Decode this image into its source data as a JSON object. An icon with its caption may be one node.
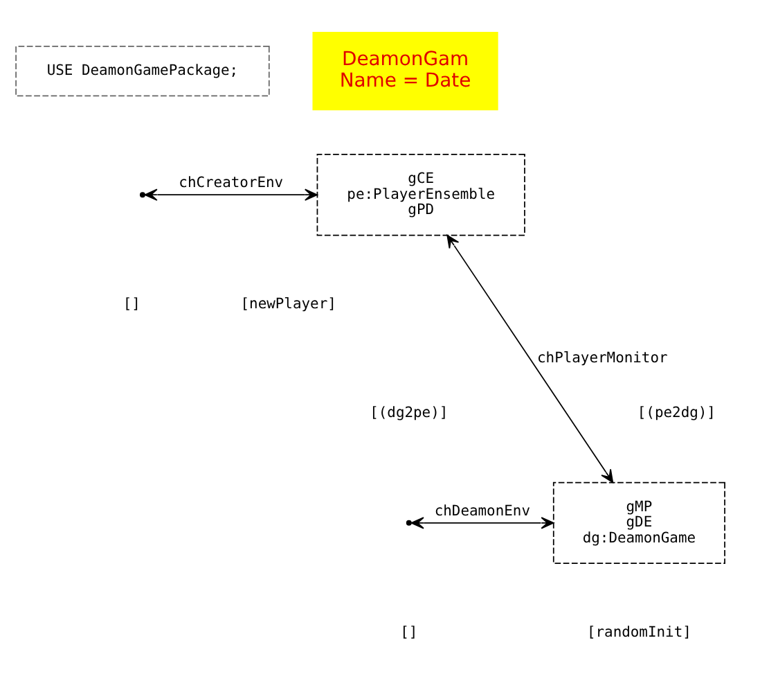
{
  "diagram": {
    "nodes": [
      {
        "text": [
          "USE DeamonGamePackage;"
        ]
      },
      {
        "text": [
          "gCE",
          "pe:PlayerEnsemble",
          "gPD"
        ]
      },
      {
        "text": [
          "gMP",
          "gDE",
          "dg:DeamonGame"
        ]
      }
    ],
    "edges": [
      {
        "from": null,
        "to": 1,
        "label": "chCreatorEnv",
        "arrow": "both"
      },
      {
        "from": 1,
        "to": 2,
        "label": "chPlayerMonitor",
        "arrow": "both"
      },
      {
        "from": null,
        "to": 2,
        "label": "chDeamonEnv",
        "arrow": "both"
      }
    ],
    "labels": [
      "DeamonGam",
      "Name = Date",
      "[]",
      "[newPlayer]",
      "[(dg2pe)]",
      "[(pe2dg)]",
      "[]",
      "[randomInit]"
    ]
  }
}
